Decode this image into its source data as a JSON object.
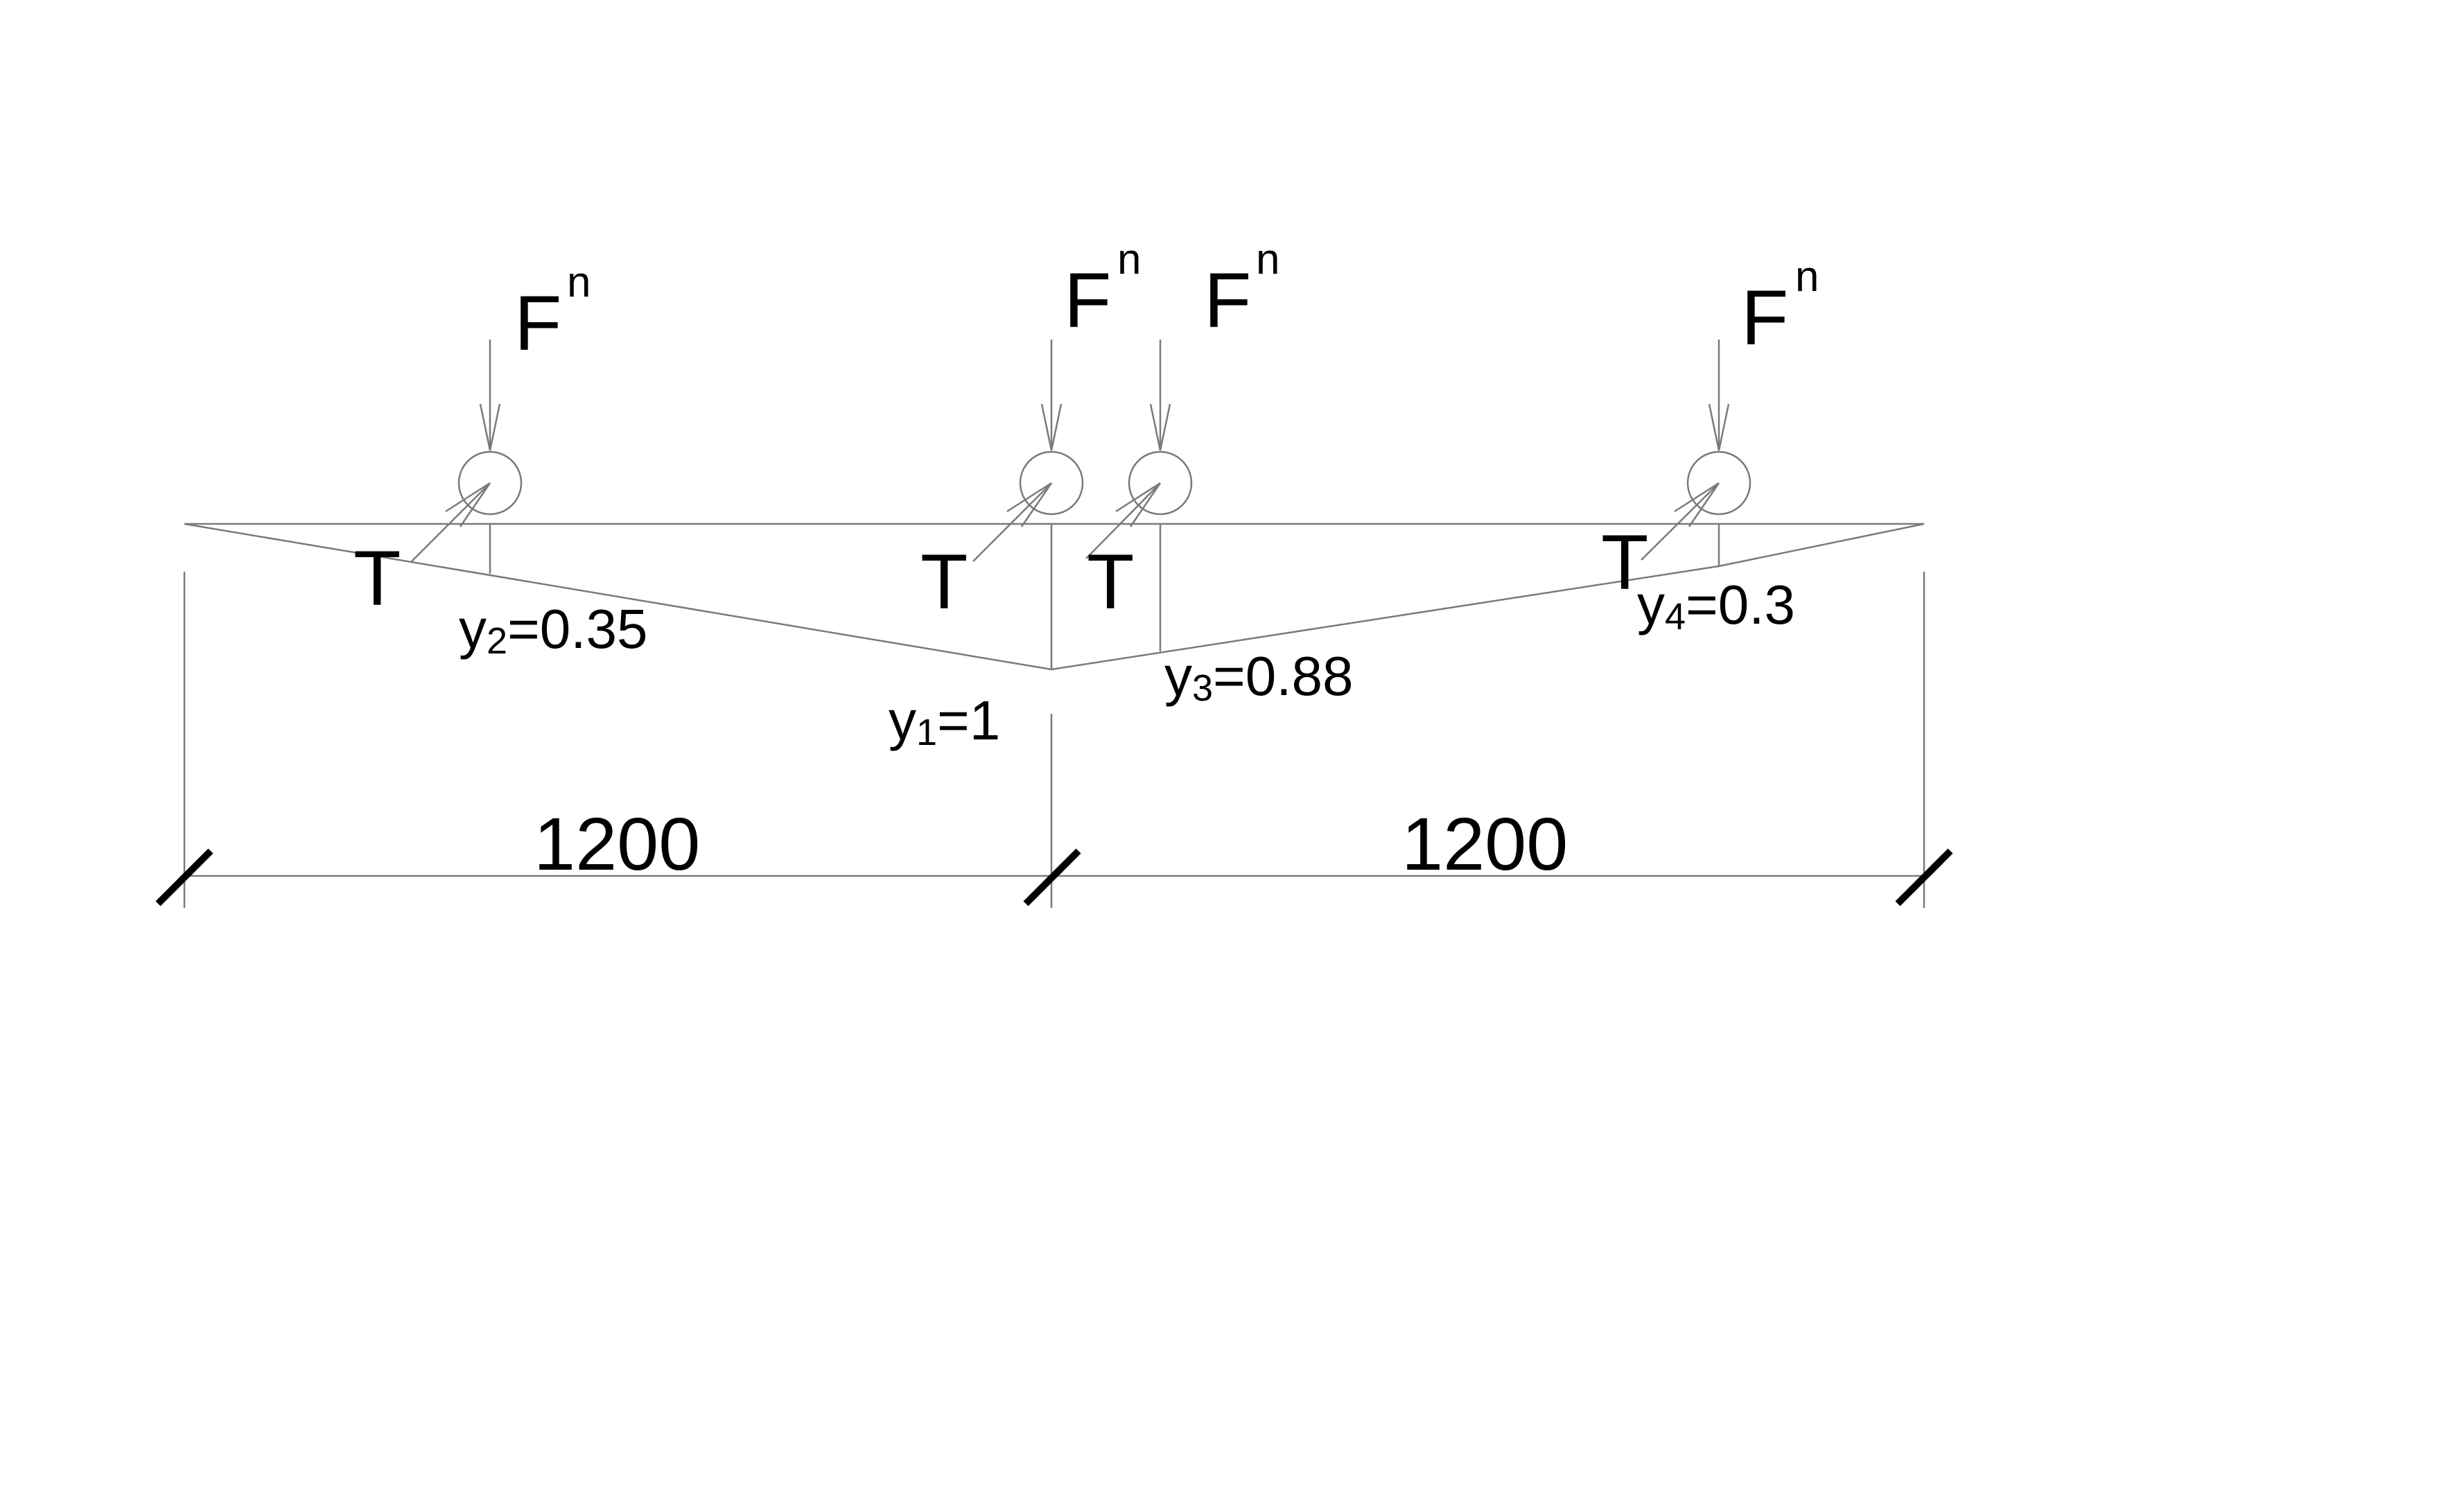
{
  "load_label": {
    "base": "F",
    "sup": "n"
  },
  "wheels": [
    {
      "id": "w1",
      "tangent_label": "T"
    },
    {
      "id": "w2",
      "tangent_label": "T"
    },
    {
      "id": "w3",
      "tangent_label": "T"
    },
    {
      "id": "w4",
      "tangent_label": "T"
    }
  ],
  "ordinates": [
    {
      "id": "y1",
      "var": "y",
      "sub": "1",
      "text": "=1"
    },
    {
      "id": "y2",
      "var": "y",
      "sub": "2",
      "text": "=0.35"
    },
    {
      "id": "y3",
      "var": "y",
      "sub": "3",
      "text": "=0.88"
    },
    {
      "id": "y4",
      "var": "y",
      "sub": "4",
      "text": "=0.3"
    }
  ],
  "spans": [
    {
      "id": "left",
      "label": "1200"
    },
    {
      "id": "right",
      "label": "1200"
    }
  ],
  "colors": {
    "line": "#7a7a7a",
    "ink": "#000000",
    "background": "#ffffff"
  }
}
